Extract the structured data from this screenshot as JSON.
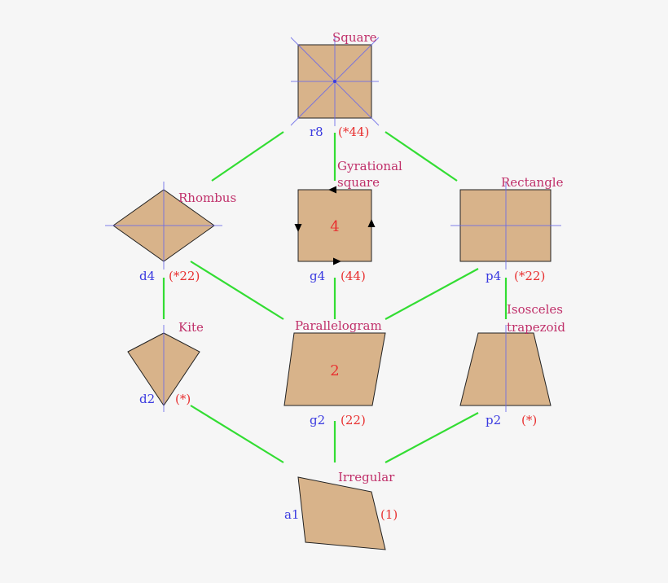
{
  "colors": {
    "fill": "#d8b38a",
    "edge": "#33dd33",
    "name": "#c0306a",
    "symmetry": "#3a3ae0",
    "order": "#e83030",
    "axis": "#6a6ae8"
  },
  "nodes": {
    "square": {
      "name": "Square",
      "symmetry": "r8",
      "order": "(*44)"
    },
    "rhombus": {
      "name": "Rhombus",
      "symmetry": "d4",
      "order": "(*22)"
    },
    "gyrational": {
      "name_line1": "Gyrational",
      "name_line2": "square",
      "symmetry": "g4",
      "order": "(44)",
      "center": "4"
    },
    "rectangle": {
      "name": "Rectangle",
      "symmetry": "p4",
      "order": "(*22)"
    },
    "kite": {
      "name": "Kite",
      "symmetry": "d2",
      "order": "(*)"
    },
    "parallelogram": {
      "name": "Parallelogram",
      "symmetry": "g2",
      "order": "(22)",
      "center": "2"
    },
    "isosceles": {
      "name_line1": "Isosceles",
      "name_line2": "trapezoid",
      "symmetry": "p2",
      "order": "(*)"
    },
    "irregular": {
      "name": "Irregular",
      "symmetry": "a1",
      "order": "(1)"
    }
  }
}
